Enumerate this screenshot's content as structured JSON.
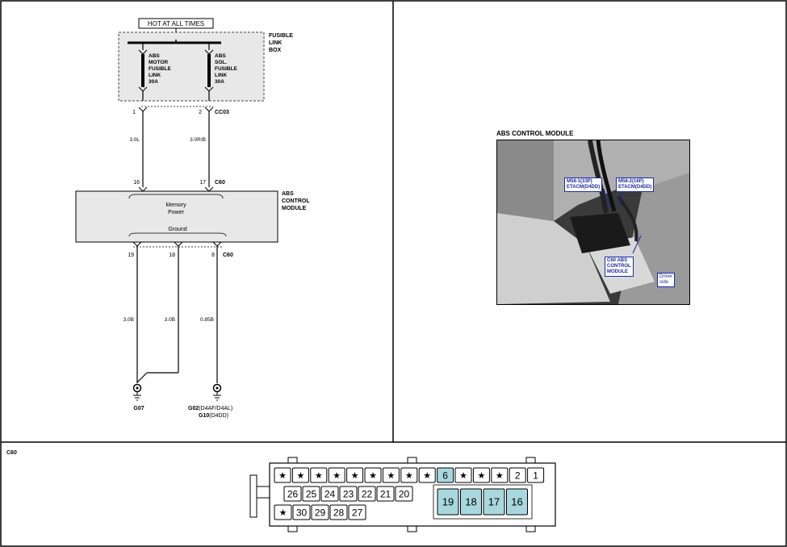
{
  "left_panel": {
    "hot_label": "HOT AT ALL TIMES",
    "fusible_box_label": [
      "FUSIBLE",
      "LINK",
      "BOX"
    ],
    "fuse_left_label": [
      "ABS",
      "MOTOR",
      "FUSIBLE",
      "LINK",
      "30A"
    ],
    "fuse_right_label": [
      "ABS",
      "SOL.",
      "FUSIBLE",
      "LINK",
      "30A"
    ],
    "pin_top_left": "1",
    "pin_top_right": "2",
    "conn_cc03": "CC03",
    "wire_left_top": "3.0L",
    "wire_right_top": "3.0R/B",
    "pin_16": "16",
    "pin_17": "17",
    "conn_c60_top": "C60",
    "module_label": [
      "ABS",
      "CONTROL",
      "MODULE"
    ],
    "memory_power": [
      "Memory",
      "Power"
    ],
    "ground_label": "Ground",
    "pin_19": "19",
    "pin_18": "18",
    "pin_8": "8",
    "conn_c60_bottom": "C60",
    "wire_a": "3.0B",
    "wire_b": "3.0B",
    "wire_c": "0.85B",
    "ground_g07": "G07",
    "ground_g02": "G02",
    "ground_g02_note": "(D4AF/D4AL)",
    "ground_g10": "G10",
    "ground_g10_note": "(D4DD)"
  },
  "right_panel": {
    "title": "ABS CONTROL MODULE",
    "photo_label_1": "M58-1(33P)\nETACM(D4DD)",
    "photo_label_2": "M58-2(16P)\nETACM(D4DD)",
    "photo_label_3": "C60 ABS\nCONTROL\nMODULE",
    "photo_label_4": "Driver\nside"
  },
  "connector": {
    "title": "C60",
    "row1": [
      "★",
      "★",
      "★",
      "★",
      "★",
      "★",
      "★",
      "★",
      "★",
      "6",
      "★",
      "★",
      "★",
      "2",
      "1"
    ],
    "row2_left": [
      "26",
      "25",
      "24",
      "23",
      "22",
      "21",
      "20"
    ],
    "row2_right": [
      "19",
      "18",
      "17",
      "16"
    ],
    "row3": [
      "★",
      "30",
      "29",
      "28",
      "27"
    ],
    "highlight_color": "#a8d8de"
  }
}
